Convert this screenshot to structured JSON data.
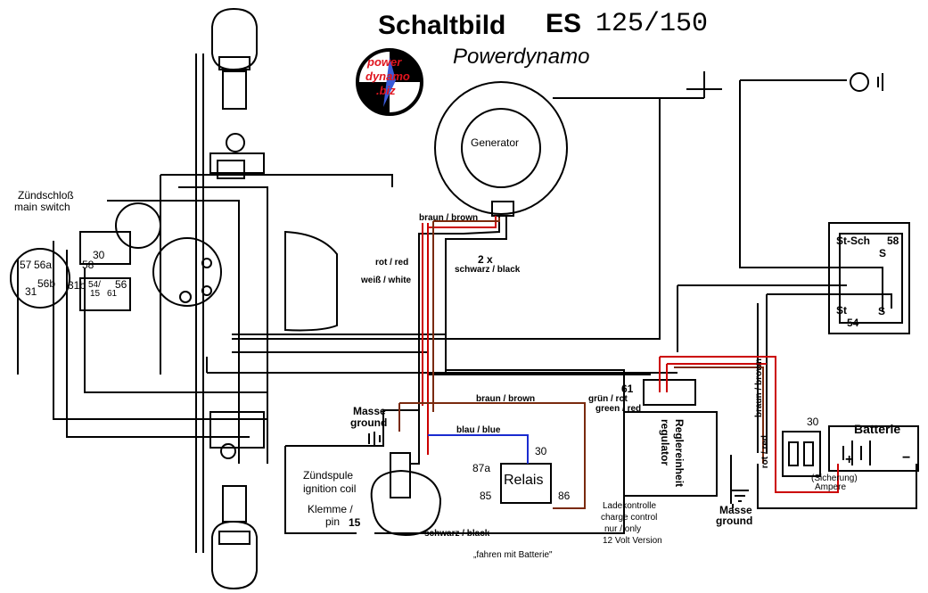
{
  "title": {
    "main": "Schaltbild",
    "model_prefix": "ES",
    "model_num": "125/150",
    "subtitle": "Powerdynamo"
  },
  "logo": {
    "line1": "power",
    "line2": "dynamo",
    "line3": ".biz"
  },
  "generator": {
    "label": "Generator"
  },
  "ignition_switch": {
    "label_de": "Zündschloß",
    "label_en": "main switch",
    "t57": "57",
    "t56a": "56a",
    "t31": "31",
    "t56b": "56b",
    "t58": "58",
    "t30": "30",
    "t31b": "31b",
    "t54": "54/",
    "t15": "15",
    "t61": "61",
    "t56": "56"
  },
  "wires": {
    "braun_brown": "braun / brown",
    "rot_red": "rot / red",
    "count": "2 x",
    "schwarz_black": "schwarz / black",
    "weiss_white": "weiß / white",
    "braun_brown2": "braun / brown",
    "blau_blue": "blau / blue",
    "schwarz_black2": "schwarz / black",
    "gruen_rot": "grün / rot",
    "green_red": "green / red",
    "braun_brown_v": "braun / brown",
    "rot_red_v": "rot / red"
  },
  "ground_left": {
    "de": "Masse",
    "en": "ground"
  },
  "ground_right": {
    "de": "Masse",
    "en": "ground"
  },
  "coil": {
    "de": "Zündspule",
    "en": "ignition coil",
    "pin_de": "Klemme /",
    "pin_en": "pin",
    "pin_num": "15"
  },
  "relay": {
    "label": "Relais",
    "t87a": "87a",
    "t85": "85",
    "t30": "30",
    "t86": "86",
    "note": "„fahren  mit  Batterie\""
  },
  "regulator": {
    "de": "Reglereinheit",
    "en": "regulator",
    "t61": "61"
  },
  "charge": {
    "l1": "Ladekontrolle",
    "l2": "charge control",
    "l3": "nur / only",
    "l4": "12 Volt Version"
  },
  "battery": {
    "label": "Batterie",
    "t30": "30",
    "fuse_de": "(Sicherung)",
    "fuse_en": "Ampere",
    "plus": "+",
    "minus": "−"
  },
  "brake_switch": {
    "st_sch": "St-Sch",
    "t58": "58",
    "s1": "S",
    "st": "St",
    "s2": "S",
    "t54": "54"
  }
}
